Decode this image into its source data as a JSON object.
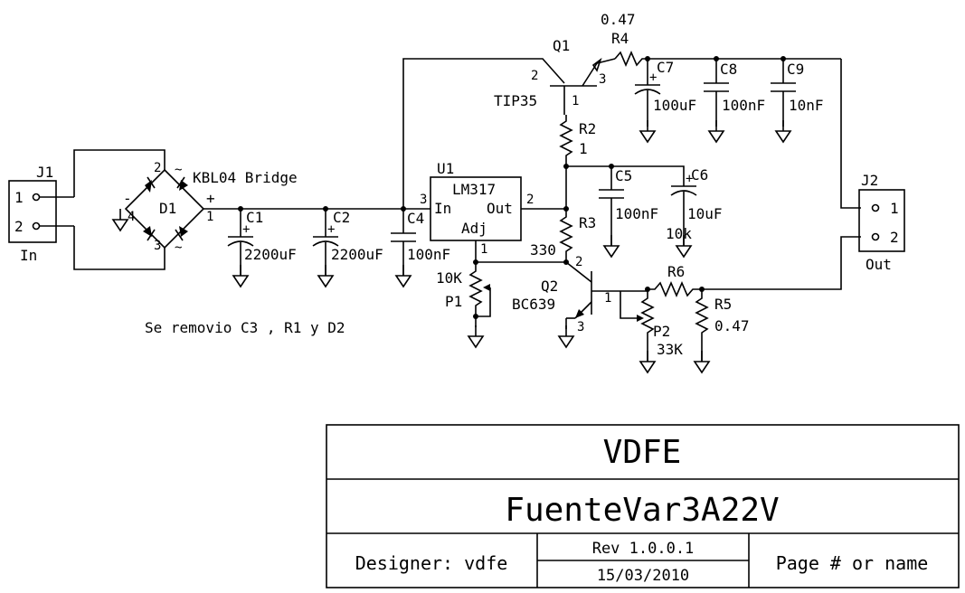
{
  "j1": {
    "ref": "J1",
    "pin1": "1",
    "pin2": "2",
    "label": "In"
  },
  "j2": {
    "ref": "J2",
    "pin1": "1",
    "pin2": "2",
    "label": "Out"
  },
  "d1": {
    "ref": "D1",
    "value": "KBL04 Bridge",
    "pin1": "1",
    "pin2": "2",
    "pin3": "3",
    "pin4": "4",
    "plus": "+",
    "minus": "-",
    "ac1": "~",
    "ac2": "~"
  },
  "c1": {
    "ref": "C1",
    "value": "2200uF"
  },
  "c2": {
    "ref": "C2",
    "value": "2200uF"
  },
  "c4": {
    "ref": "C4",
    "value": "100nF"
  },
  "c5": {
    "ref": "C5",
    "value": "100nF"
  },
  "c6": {
    "ref": "C6",
    "value": "10uF"
  },
  "c7": {
    "ref": "C7",
    "value": "100uF"
  },
  "c8": {
    "ref": "C8",
    "value": "100nF"
  },
  "c9": {
    "ref": "C9",
    "value": "10nF"
  },
  "u1": {
    "ref": "U1",
    "value": "LM317",
    "in_label": "In",
    "out_label": "Out",
    "adj_label": "Adj",
    "pin_in": "3",
    "pin_out": "2",
    "pin_adj": "1"
  },
  "q1": {
    "ref": "Q1",
    "value": "TIP35",
    "pin1": "1",
    "pin2": "2",
    "pin3": "3"
  },
  "q2": {
    "ref": "Q2",
    "value": "BC639",
    "pin1": "1",
    "pin2": "2",
    "pin3": "3"
  },
  "r2": {
    "ref": "R2",
    "value": "1"
  },
  "r3": {
    "ref": "R3",
    "value": "330"
  },
  "r4": {
    "ref": "R4",
    "value": "0.47"
  },
  "r5": {
    "ref": "R5",
    "value": "0.47"
  },
  "r6": {
    "ref": "R6",
    "value": "10k"
  },
  "p1": {
    "ref": "P1",
    "value": "10K"
  },
  "p2": {
    "ref": "P2",
    "value": "33K"
  },
  "polarity_mark": "+",
  "note": "Se removio C3 , R1 y D2",
  "title_block": {
    "company": "VDFE",
    "title": "FuenteVar3A22V",
    "designer": "Designer: vdfe",
    "rev": "Rev 1.0.0.1",
    "date": "15/03/2010",
    "page": "Page # or name"
  }
}
